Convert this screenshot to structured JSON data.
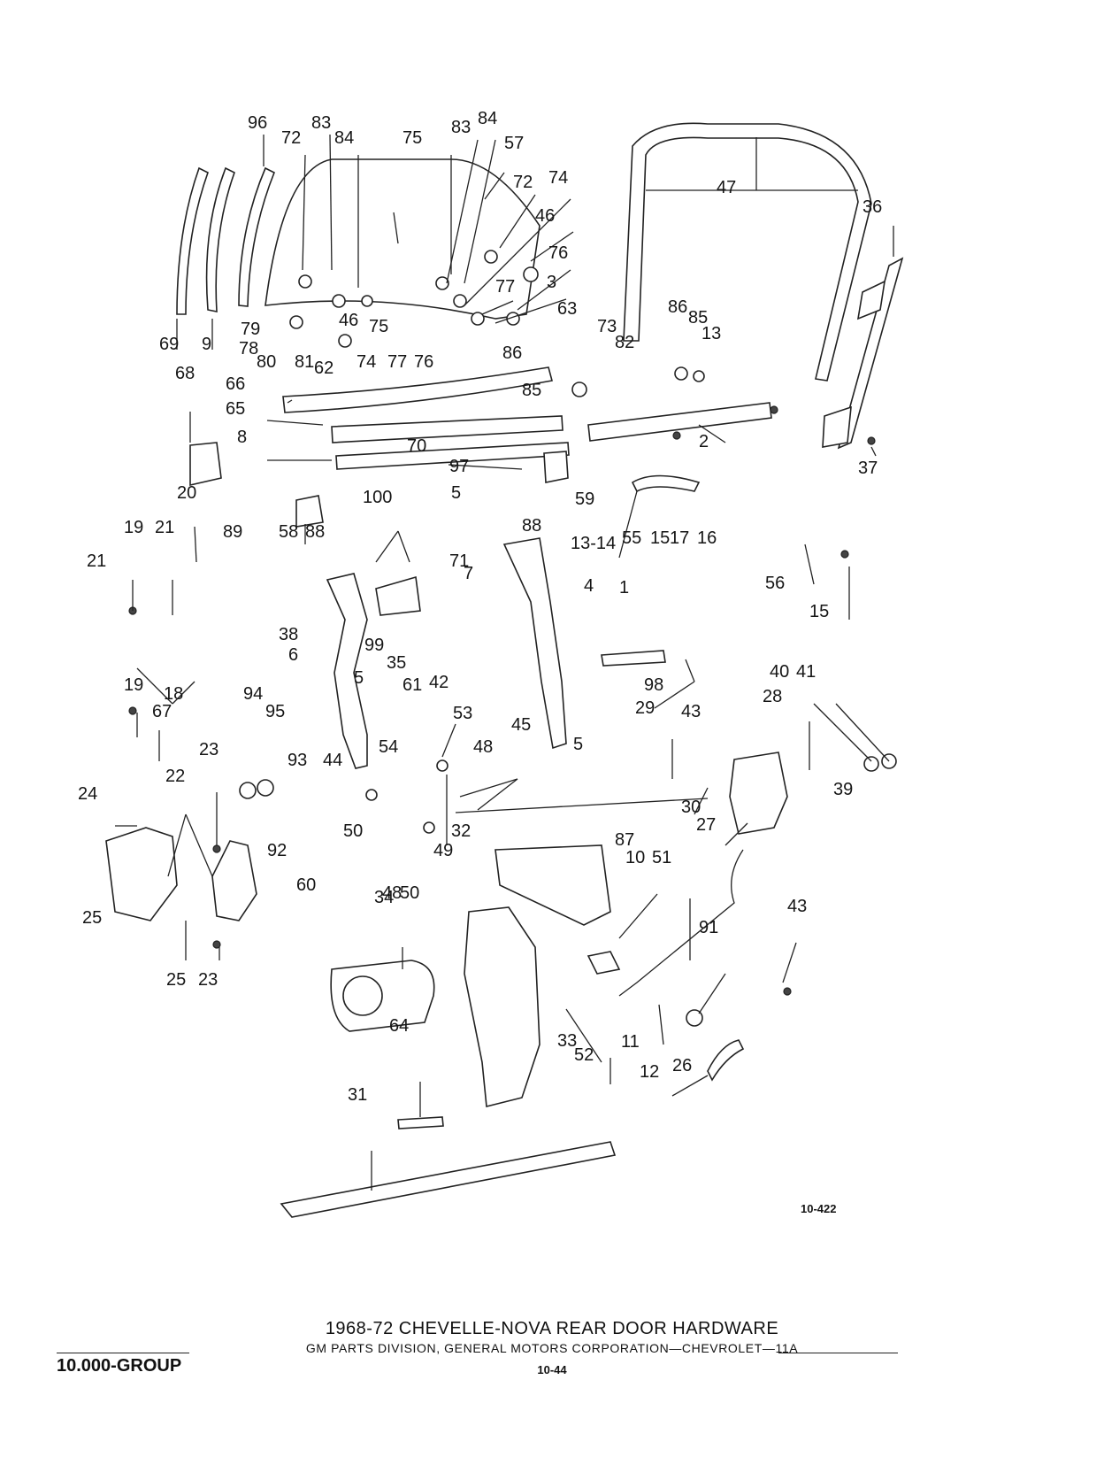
{
  "title": "1968-72 CHEVELLE-NOVA REAR DOOR HARDWARE",
  "footer": "GM PARTS DIVISION, GENERAL MOTORS CORPORATION—CHEVROLET—11A",
  "group": "10.000-GROUP",
  "page_number": "10-44",
  "figure_number": "10-422",
  "callouts": [
    "96",
    "83",
    "72",
    "84",
    "75",
    "83",
    "84",
    "57",
    "72",
    "74",
    "46",
    "76",
    "77",
    "3",
    "79",
    "46",
    "75",
    "78",
    "80",
    "81",
    "62",
    "74",
    "77",
    "76",
    "69",
    "9",
    "47",
    "36",
    "63",
    "73",
    "82",
    "86",
    "85",
    "13",
    "86",
    "85",
    "66",
    "65",
    "68",
    "8",
    "70",
    "97",
    "5",
    "88",
    "59",
    "2",
    "37",
    "20",
    "19",
    "21",
    "89",
    "100",
    "58",
    "88",
    "13-14",
    "55",
    "15",
    "17",
    "16",
    "21",
    "71",
    "7",
    "4",
    "1",
    "56",
    "15",
    "38",
    "6",
    "99",
    "35",
    "61",
    "42",
    "53",
    "5",
    "45",
    "5",
    "18",
    "19",
    "67",
    "94",
    "95",
    "93",
    "44",
    "54",
    "48",
    "98",
    "43",
    "29",
    "40",
    "41",
    "28",
    "39",
    "27",
    "30",
    "23",
    "22",
    "24",
    "92",
    "50",
    "48",
    "50",
    "60",
    "49",
    "32",
    "87",
    "10",
    "51",
    "43",
    "91",
    "25",
    "25",
    "23",
    "34",
    "33",
    "52",
    "11",
    "12",
    "26",
    "64",
    "31"
  ]
}
